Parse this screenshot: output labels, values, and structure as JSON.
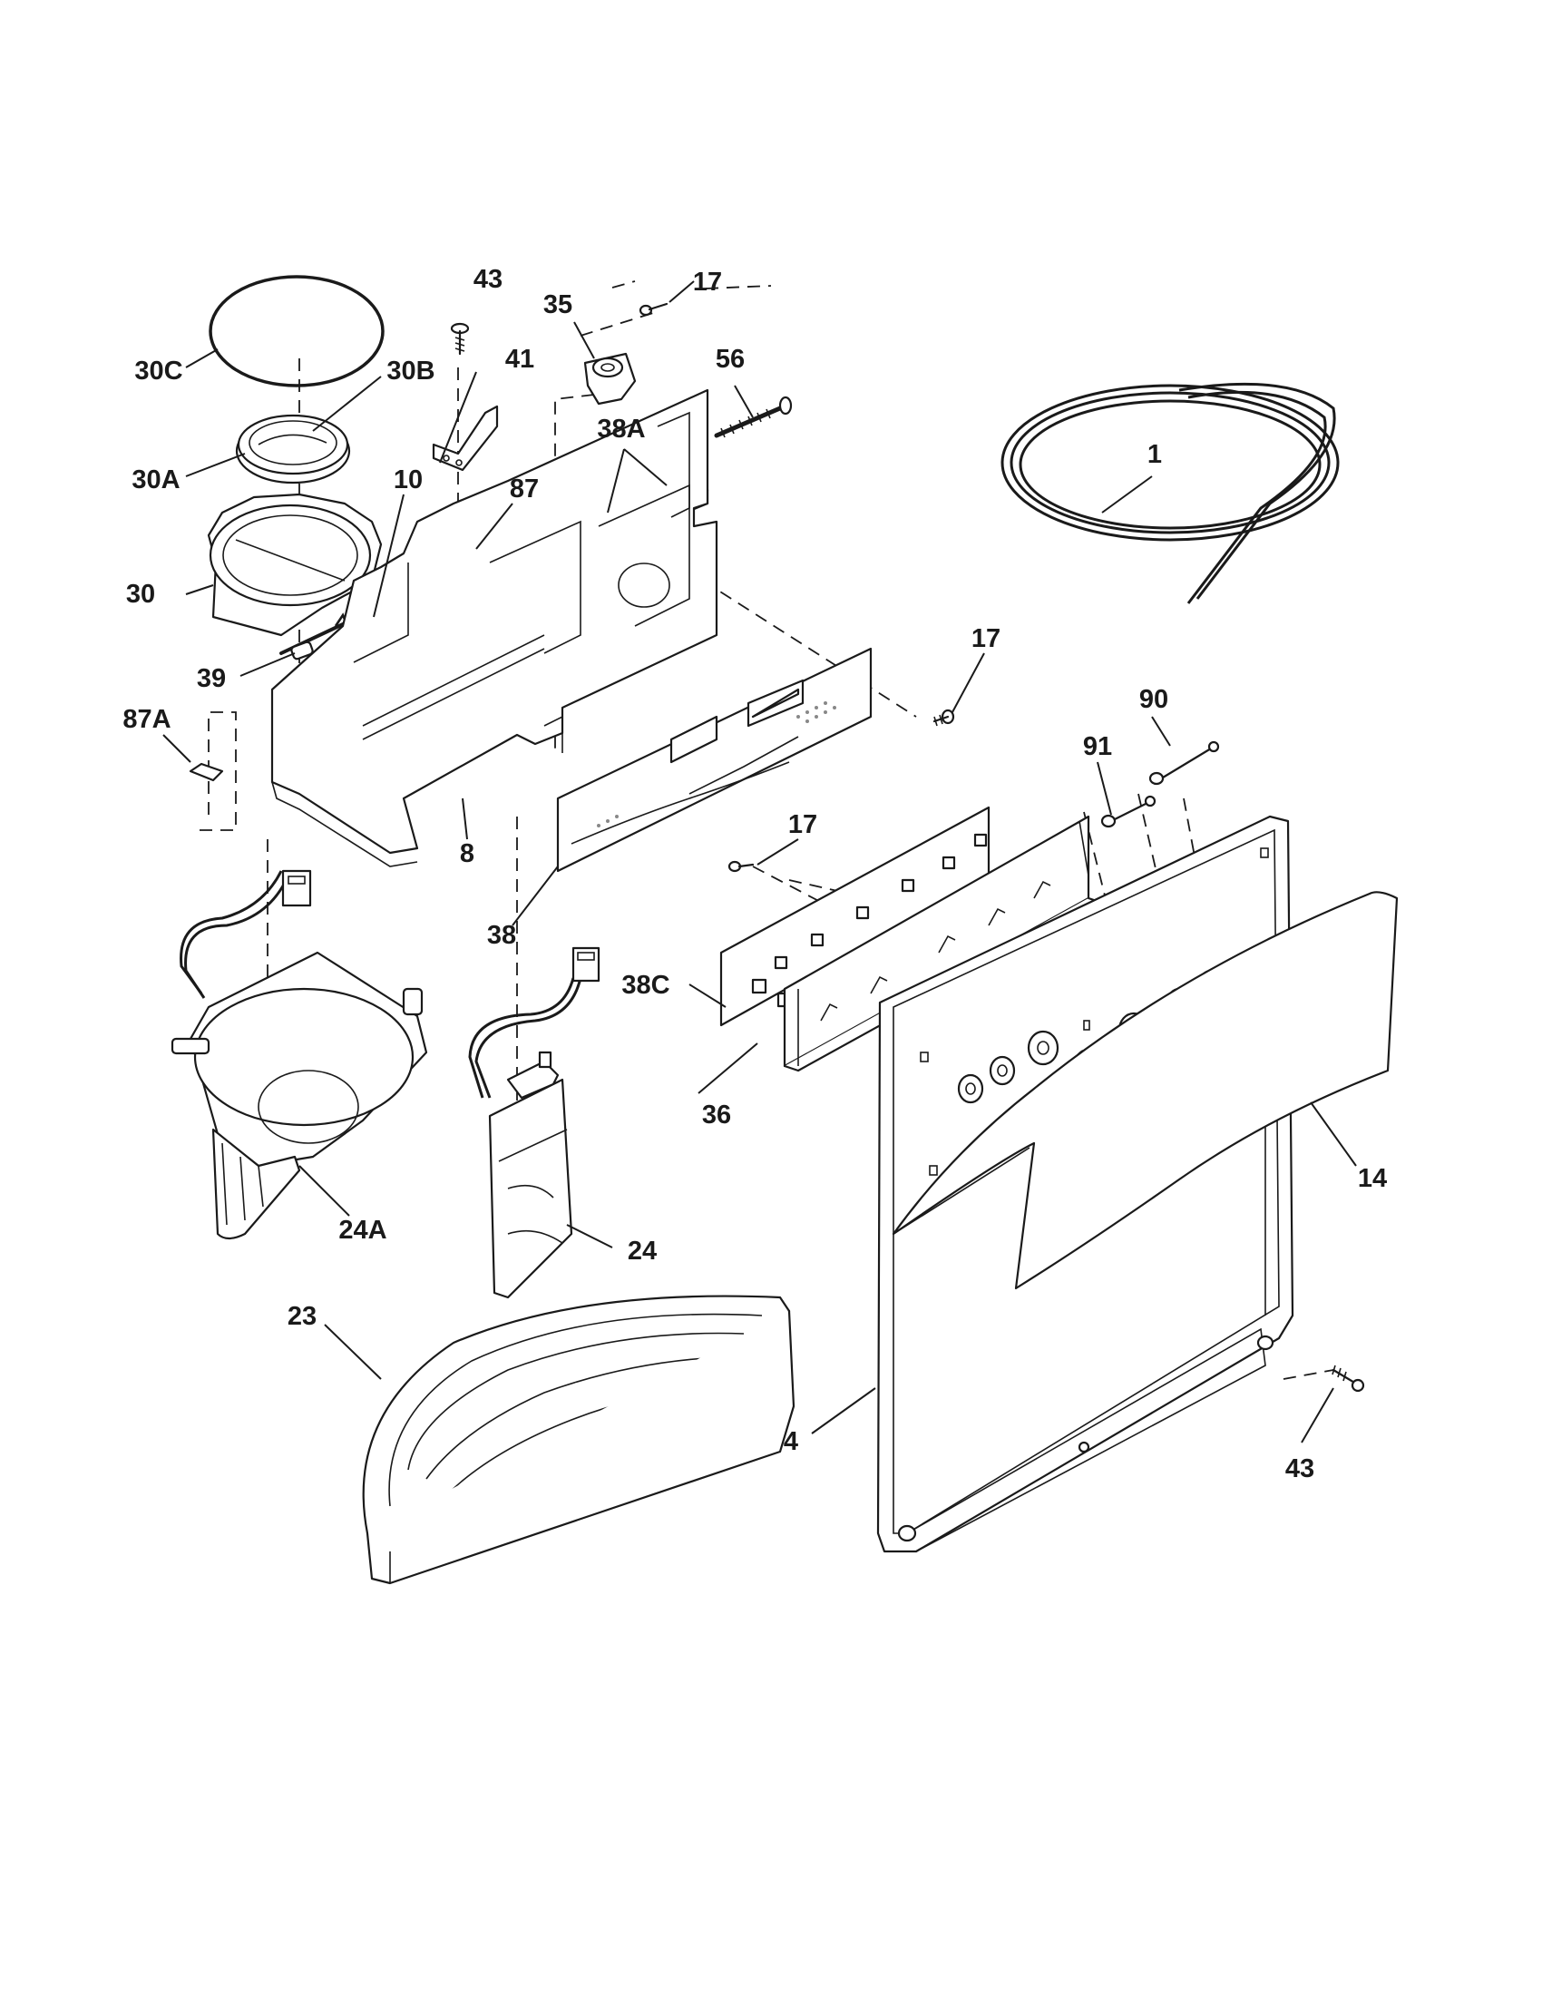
{
  "callouts": [
    {
      "id": "43a",
      "text": "43"
    },
    {
      "id": "17a",
      "text": "17"
    },
    {
      "id": "35",
      "text": "35"
    },
    {
      "id": "30C",
      "text": "30C"
    },
    {
      "id": "30B",
      "text": "30B"
    },
    {
      "id": "41",
      "text": "41"
    },
    {
      "id": "56",
      "text": "56"
    },
    {
      "id": "38A",
      "text": "38A"
    },
    {
      "id": "30A",
      "text": "30A"
    },
    {
      "id": "10",
      "text": "10"
    },
    {
      "id": "87",
      "text": "87"
    },
    {
      "id": "1",
      "text": "1"
    },
    {
      "id": "30",
      "text": "30"
    },
    {
      "id": "39",
      "text": "39"
    },
    {
      "id": "17b",
      "text": "17"
    },
    {
      "id": "90",
      "text": "90"
    },
    {
      "id": "87A",
      "text": "87A"
    },
    {
      "id": "91",
      "text": "91"
    },
    {
      "id": "17c",
      "text": "17"
    },
    {
      "id": "8",
      "text": "8"
    },
    {
      "id": "38",
      "text": "38"
    },
    {
      "id": "38C",
      "text": "38C"
    },
    {
      "id": "36",
      "text": "36"
    },
    {
      "id": "14",
      "text": "14"
    },
    {
      "id": "24A",
      "text": "24A"
    },
    {
      "id": "24",
      "text": "24"
    },
    {
      "id": "23",
      "text": "23"
    },
    {
      "id": "4",
      "text": "4"
    },
    {
      "id": "43b",
      "text": "43"
    }
  ]
}
